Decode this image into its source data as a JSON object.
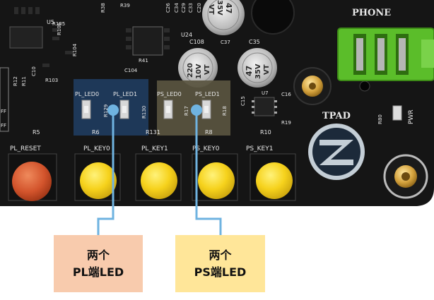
{
  "board": {
    "phone_label": "PHONE",
    "pwr_label": "PWR",
    "tpad_label": "TPAD",
    "u5": "U5",
    "u24": "U24",
    "u7": "U7",
    "led_labels": [
      "PL_LED0",
      "PL_LED1",
      "PS_LED0",
      "PS_LED1"
    ],
    "led_res": [
      "R129",
      "R130",
      "R17",
      "R18"
    ],
    "btn_top_res": [
      "R5",
      "R6",
      "R131",
      "R8",
      "R10"
    ],
    "buttons": [
      "PL_RESET",
      "PL_KEY0",
      "PL_KEY1",
      "PS_KEY0",
      "PS_KEY1"
    ],
    "cap_labels": {
      "c108_ref": "C108",
      "c108_values": [
        "220",
        "10V",
        "VT"
      ],
      "c35_ref": "C35",
      "c35_values": [
        "47",
        "35V",
        "VT"
      ],
      "top_cap_values": [
        "47",
        "35V",
        "VT"
      ],
      "c37": "C37"
    },
    "misc_refs": [
      "R105",
      "R106",
      "R104",
      "R103",
      "C10",
      "R12",
      "R11",
      "C26",
      "C34",
      "C29",
      "C33",
      "C20",
      "C104",
      "R41",
      "C15",
      "C16",
      "R19",
      "R80",
      "R38",
      "R39"
    ],
    "left_edge": [
      "FF",
      "FF"
    ]
  },
  "callouts": {
    "pl": {
      "line1": "两个",
      "line2": "PL端LED"
    },
    "ps": {
      "line1": "两个",
      "line2": "PS端LED"
    }
  },
  "colors": {
    "pcb": "#151515",
    "pl_highlight": "#1f3c5e",
    "ps_highlight": "#5a5540",
    "connector": "#5bbd2a",
    "reset_cap": "#d3542c",
    "key_cap": "#f6d21c",
    "pl_box": "#f8cbad",
    "ps_box": "#ffe699",
    "leader_line": "#6fb3e0"
  }
}
